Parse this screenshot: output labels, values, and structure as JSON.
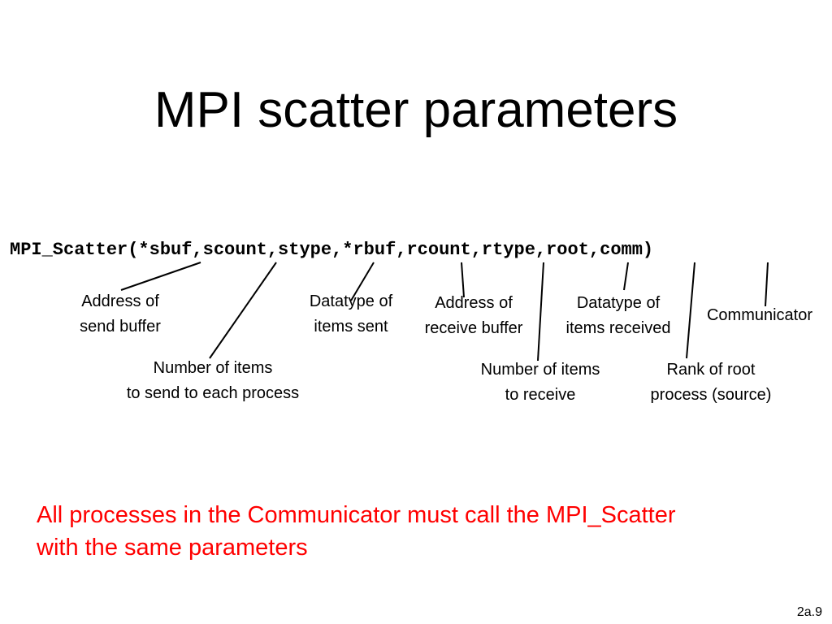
{
  "title": "MPI scatter parameters",
  "signature": "MPI_Scatter(*sbuf,scount,stype,*rbuf,rcount,rtype,root,comm)",
  "labels": {
    "send_buffer": [
      "Address of",
      "send buffer"
    ],
    "send_count": [
      "Number of items",
      "to send to each process"
    ],
    "send_type": [
      "Datatype of",
      "items sent"
    ],
    "recv_buffer": [
      "Address of",
      "receive buffer"
    ],
    "recv_count": [
      "Number of items",
      "to receive"
    ],
    "recv_type": [
      "Datatype of",
      "items received"
    ],
    "root": [
      "Rank of root",
      "process (source)"
    ],
    "comm": [
      "Communicator"
    ]
  },
  "note": [
    "All processes in the Communicator must call the MPI_Scatter",
    "with the same parameters"
  ],
  "page_number": "2a.9",
  "colors": {
    "note": "#ff0000",
    "text": "#000000",
    "background": "#ffffff"
  }
}
